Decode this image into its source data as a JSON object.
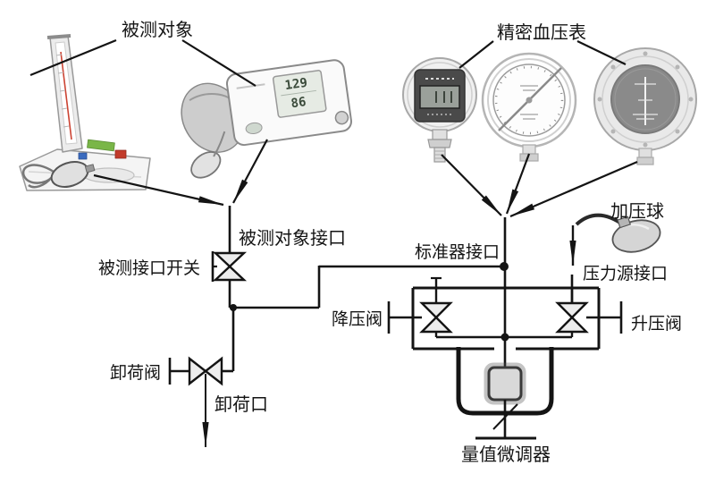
{
  "labels": {
    "measured_object": "被测对象",
    "precision_gauge": "精密血压表",
    "measured_object_port": "被测对象接口",
    "measured_port_switch": "被测接口开关",
    "standard_port": "标准器接口",
    "pressure_bulb": "加压球",
    "pressure_source_port": "压力源接口",
    "reduce_valve": "降压阀",
    "increase_valve": "升压阀",
    "unload_valve": "卸荷阀",
    "unload_port": "卸荷口",
    "fine_tuner": "量值微调器"
  },
  "devices": {
    "monitor_display": {
      "systolic": "129",
      "diastolic": "86"
    }
  },
  "colors": {
    "line": "#1a1a1a",
    "valve_fill": "#ededed",
    "sketch_stroke": "#999999",
    "digital_gauge_face": "#4a4a4a",
    "analog_gauge_face": "#8a8a8a",
    "adjuster_fill": "#d9d9d9",
    "cuff_green": "#7ab648",
    "tube_red": "#c23b2a",
    "tube_blue": "#3a6bbf"
  }
}
